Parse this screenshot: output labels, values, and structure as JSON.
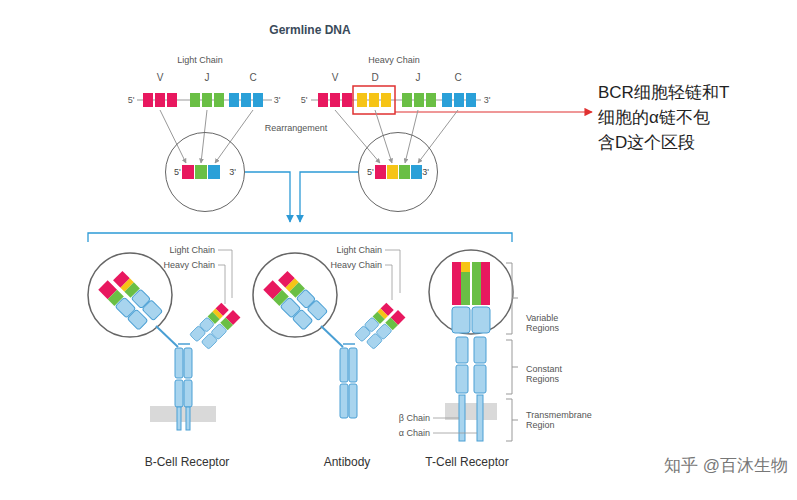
{
  "diagram": {
    "title": "Germline DNA",
    "nodes": [
      {
        "text": [
          "5'",
          "3'"
        ]
      },
      {
        "text": [
          "5'",
          "3'"
        ]
      }
    ],
    "labels": [
      "Light Chain",
      "V",
      "J",
      "C",
      "5'",
      "3'",
      "Heavy Chain",
      "V",
      "D",
      "J",
      "C",
      "5'",
      "3'",
      "Rearrangement",
      "BCR细胞轻链和T 细胞的α链不包 含D这个区段",
      "Light Chain",
      "Heavy Chain",
      "Light Chain",
      "Heavy Chain",
      "Variable Regions",
      "Constant Regions",
      "Transmembrane Region",
      "β Chain",
      "α Chain",
      "B-Cell Receptor",
      "Antibody",
      "T-Cell Receptor",
      "知乎 @百沐生物"
    ]
  }
}
